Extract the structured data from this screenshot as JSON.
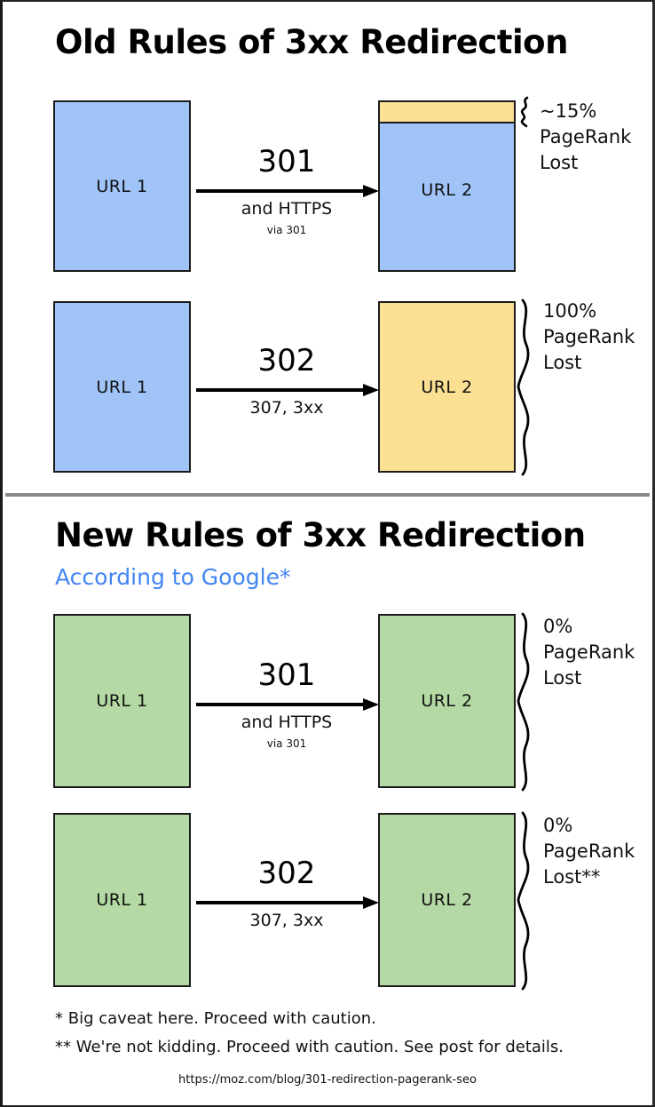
{
  "sections": [
    {
      "id": "old-rules",
      "title": "Old Rules of 3xx Redirection",
      "subtitle": null,
      "rows": [
        {
          "source_label": "URL 1",
          "target_label": "URL 2",
          "code": "301",
          "sub": "and HTTPS",
          "sub2": "via 301",
          "result": "~15%\nPageRank\nLost",
          "loss_percent": 15,
          "source_color": "#a0c4f8",
          "target_color": "#a0c4f8",
          "loss_color": "#fbdf93",
          "brace": "small"
        },
        {
          "source_label": "URL 1",
          "target_label": "URL 2",
          "code": "302",
          "sub": "307, 3xx",
          "sub2": null,
          "result": "100%\nPageRank\nLost",
          "loss_percent": 100,
          "source_color": "#a0c4f8",
          "target_color": "#fbdf93",
          "loss_color": "#fbdf93",
          "brace": "tall"
        }
      ]
    },
    {
      "id": "new-rules",
      "title": "New Rules of 3xx Redirection",
      "subtitle": "According to Google*",
      "rows": [
        {
          "source_label": "URL 1",
          "target_label": "URL 2",
          "code": "301",
          "sub": "and HTTPS",
          "sub2": "via 301",
          "result": "0%\nPageRank\nLost",
          "loss_percent": 0,
          "source_color": "#b5d9a5",
          "target_color": "#b5d9a5",
          "loss_color": null,
          "brace": "tall"
        },
        {
          "source_label": "URL 1",
          "target_label": "URL 2",
          "code": "302",
          "sub": "307, 3xx",
          "sub2": null,
          "result": "0%\nPageRank\nLost**",
          "loss_percent": 0,
          "source_color": "#b5d9a5",
          "target_color": "#b5d9a5",
          "loss_color": null,
          "brace": "tall"
        }
      ]
    }
  ],
  "footnotes": [
    "* Big caveat here. Proceed with caution.",
    "** We're not kidding. Proceed with caution. See post for details."
  ],
  "source_url": "https://moz.com/blog/301-redirection-pagerank-seo",
  "colors": {
    "blue_box": "#a0c4f8",
    "green_box": "#b5d9a5",
    "yellow_box": "#fbdf93",
    "google_blue": "#4285f4",
    "outline": "#1b1b1b",
    "divider": "#8a8a8a"
  }
}
